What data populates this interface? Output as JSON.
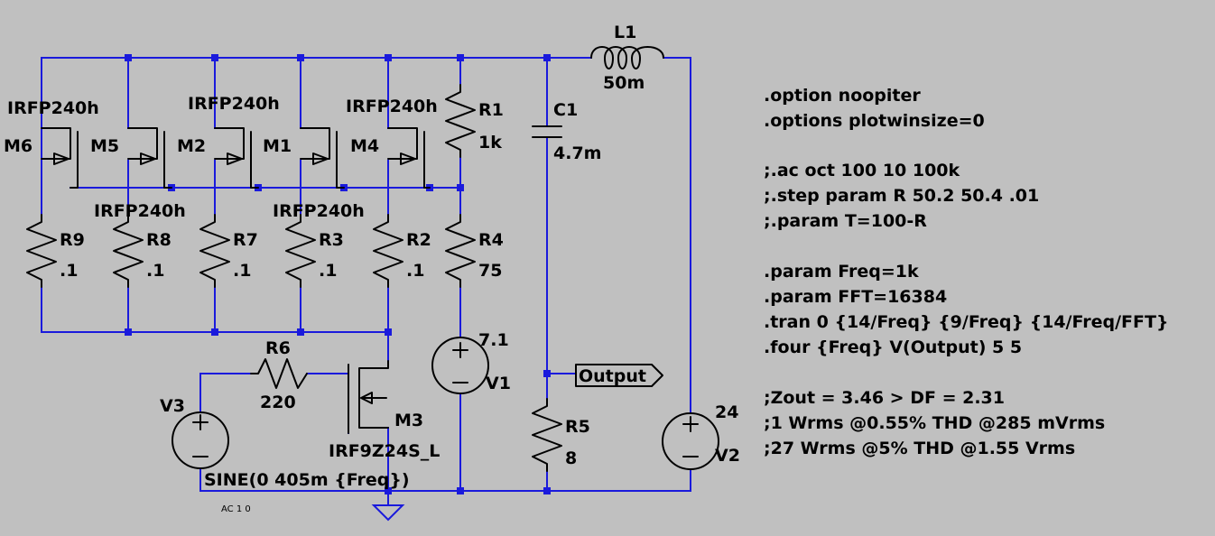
{
  "colors": {
    "background": "#c0c0c0",
    "wire": "#1a1adc",
    "component": "#000000"
  },
  "components": {
    "M6": {
      "name": "M6",
      "model": "IRFP240h"
    },
    "M5": {
      "name": "M5",
      "model": "IRFP240h"
    },
    "M2": {
      "name": "M2",
      "model": "IRFP240h"
    },
    "M1": {
      "name": "M1",
      "model": "IRFP240h"
    },
    "M4": {
      "name": "M4",
      "model": "IRFP240h"
    },
    "M3": {
      "name": "M3",
      "model": "IRF9Z24S_L"
    },
    "R1": {
      "name": "R1",
      "value": "1k"
    },
    "R2": {
      "name": "R2",
      "value": ".1"
    },
    "R3": {
      "name": "R3",
      "value": ".1"
    },
    "R4": {
      "name": "R4",
      "value": "75"
    },
    "R5": {
      "name": "R5",
      "value": "8"
    },
    "R6": {
      "name": "R6",
      "value": "220"
    },
    "R7": {
      "name": "R7",
      "value": ".1"
    },
    "R8": {
      "name": "R8",
      "value": ".1"
    },
    "R9": {
      "name": "R9",
      "value": ".1"
    },
    "C1": {
      "name": "C1",
      "value": "4.7m"
    },
    "L1": {
      "name": "L1",
      "value": "50m"
    },
    "V1": {
      "name": "V1",
      "value": "7.1"
    },
    "V2": {
      "name": "V2",
      "value": "24"
    },
    "V3": {
      "name": "V3",
      "value": "SINE(0 405m {Freq})",
      "ac": "AC 1 0"
    }
  },
  "net_label": "Output",
  "directives": [
    ".option noopiter",
    ".options plotwinsize=0",
    "",
    ";.ac oct 100 10 100k",
    ";.step param R 50.2 50.4 .01",
    ";.param T=100-R",
    "",
    ".param Freq=1k",
    ".param FFT=16384",
    ".tran 0 {14/Freq} {9/Freq} {14/Freq/FFT}",
    ".four {Freq} V(Output) 5 5",
    "",
    ";Zout = 3.46 > DF = 2.31",
    ";1 Wrms @0.55% THD @285 mVrms",
    ";27 Wrms @5% THD @1.55 Vrms"
  ]
}
